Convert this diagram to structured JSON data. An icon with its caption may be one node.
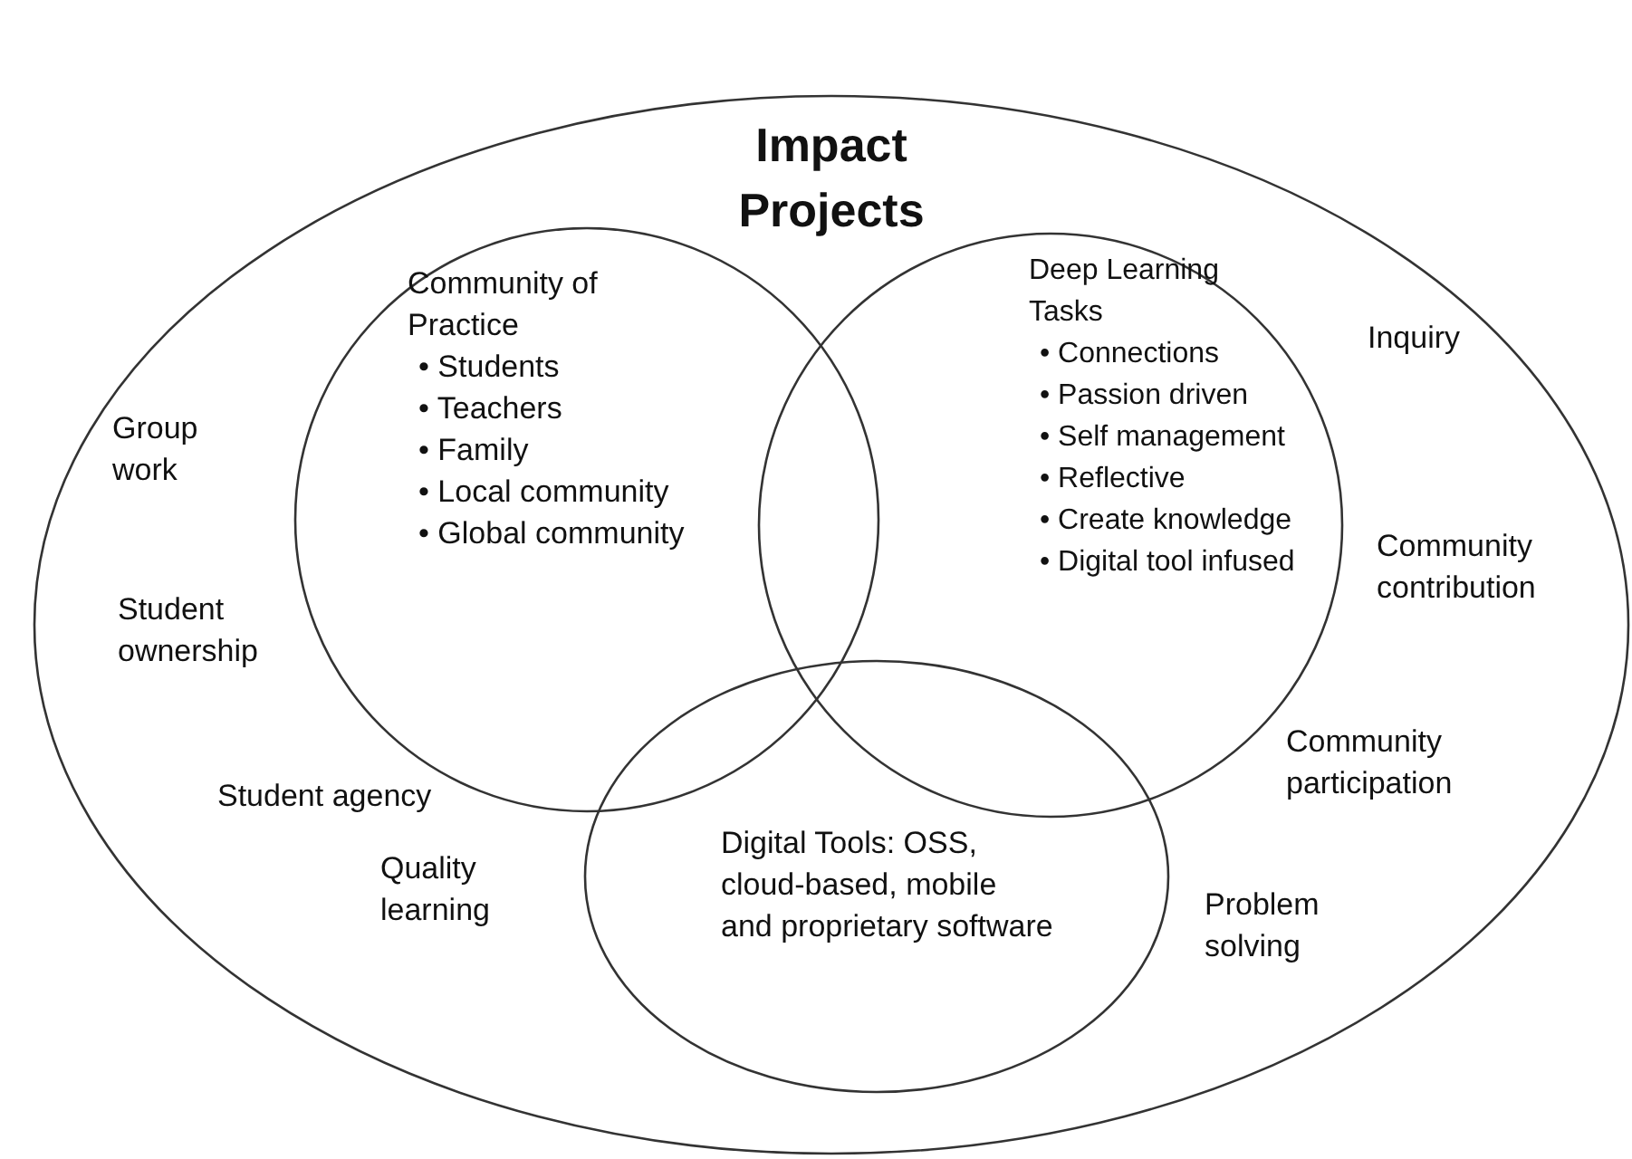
{
  "diagram": {
    "nodes": [
      {
        "text": [
          "Impact Projects"
        ]
      },
      {
        "text": [
          "Community of Practice",
          "• Students",
          "• Teachers",
          "• Family",
          "• Local community",
          "• Global community"
        ],
        "in": 0
      },
      {
        "text": [
          "Deep Learning Tasks",
          "• Connections",
          "• Passion driven",
          "• Self management",
          "• Reflective",
          "• Create knowledge",
          "• Digital tool infused"
        ],
        "in": 0
      },
      {
        "text": [
          "Digital Tools: OSS, cloud-based, mobile and proprietary software"
        ],
        "in": 0
      }
    ],
    "edges": [],
    "labels": [
      "Inquiry",
      "Group work",
      "Community contribution",
      "Student ownership",
      "Community participation",
      "Student agency",
      "Problem solving",
      "Quality learning"
    ]
  }
}
